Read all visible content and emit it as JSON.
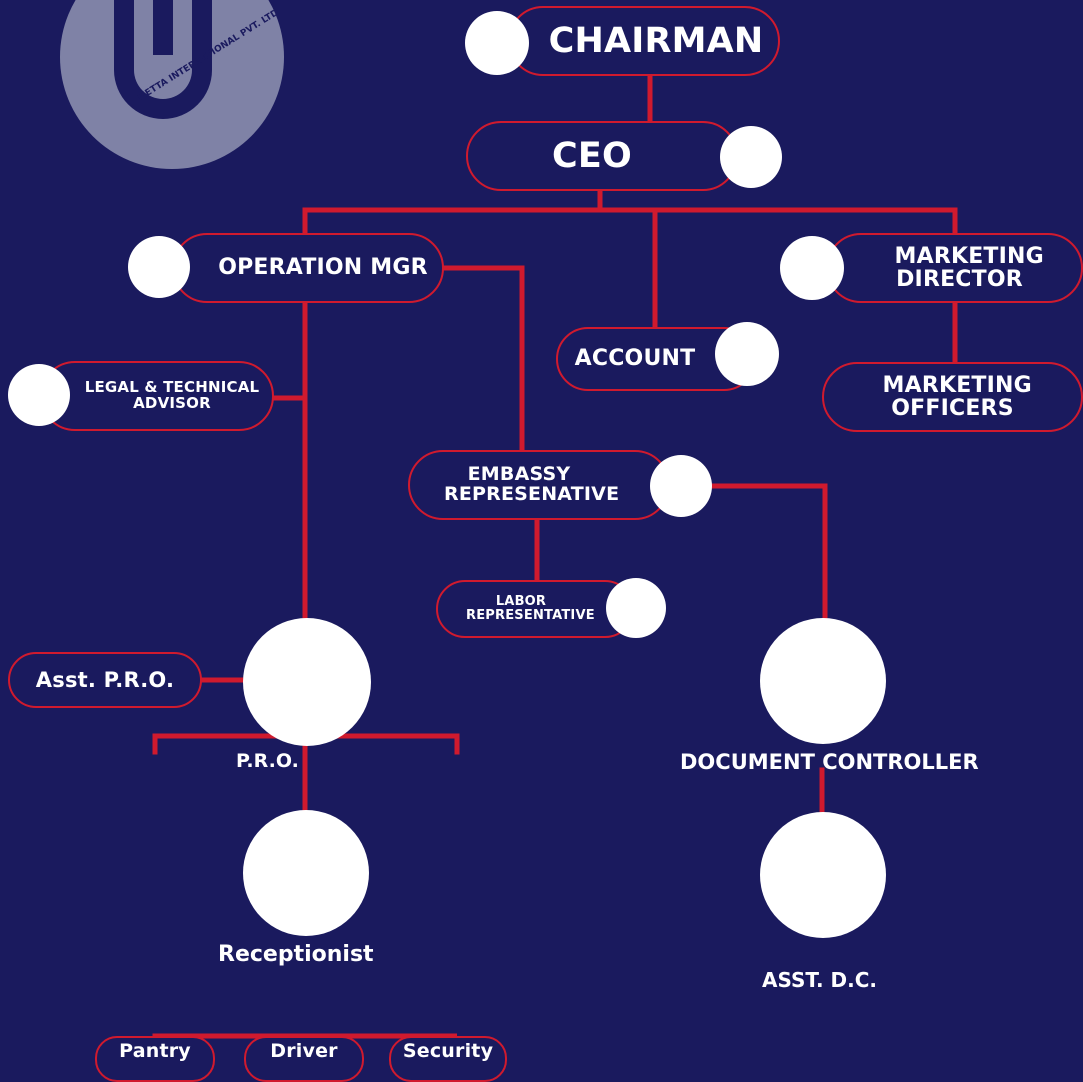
{
  "logo": {
    "text": "METTA INTERNATIONAL PVT. LTD."
  },
  "roles": {
    "chairman": "CHAIRMAN",
    "ceo": "CEO",
    "operation_mgr": "OPERATION MGR",
    "marketing_director": "MARKETING DIRECTOR",
    "account": "ACCOUNT",
    "marketing_officers": "MARKETING OFFICERS",
    "legal_technical_advisor": "LEGAL & TECHNICAL ADVISOR",
    "embassy_representative": "EMBASSY REPRESENATIVE",
    "labor_representative": "LABOR REPRESENTATIVE",
    "asst_pro": "Asst. P.R.O.",
    "pro": "P.R.O.",
    "document_controller": "DOCUMENT CONTROLLER",
    "receptionist": "Receptionist",
    "asst_dc": "ASST. D.C.",
    "pantry": "Pantry",
    "driver": "Driver",
    "security": "Security"
  },
  "colors": {
    "background": "#1a1a5e",
    "connector": "#d01a2e",
    "text": "#ffffff",
    "photo_placeholder": "#ffffff"
  }
}
